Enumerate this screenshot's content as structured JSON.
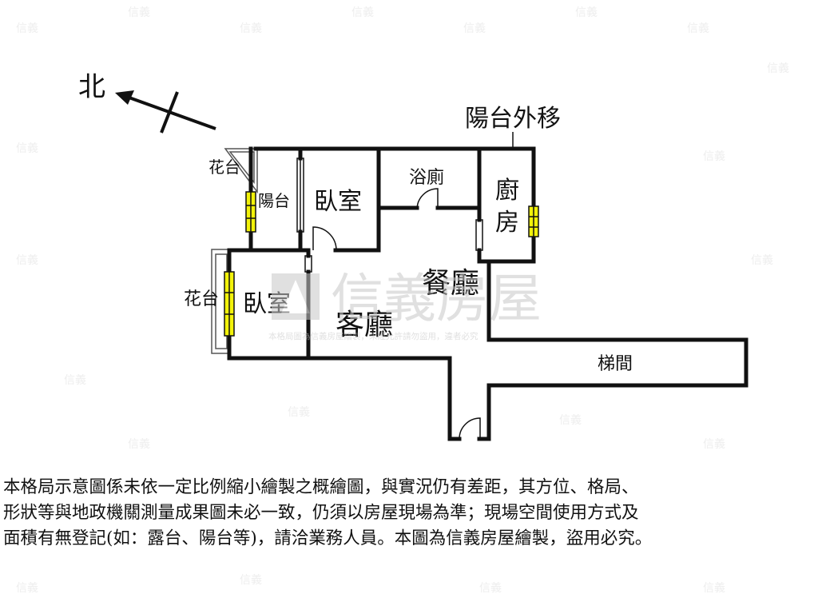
{
  "compass": {
    "north_label": "北"
  },
  "rooms": {
    "balcony_moved_label": "陽台外移",
    "planter_top": "花台",
    "balcony": "陽台",
    "bedroom_upper": "臥室",
    "bathroom": "浴廁",
    "kitchen_line1": "廚",
    "kitchen_line2": "房",
    "dining": "餐廳",
    "planter_left": "花台",
    "bedroom_lower": "臥室",
    "living": "客廳",
    "stairwell": "梯間"
  },
  "watermark": {
    "brand": "信義房屋",
    "notice": "本格局圖為信義房屋繪製，未經允許請勿盜用，違者必究"
  },
  "disclaimer": {
    "line1": "本格局示意圖係未依一定比例縮小繪製之概繪圖，與實況仍有差距，其方位、格局、",
    "line2": "形狀等與地政機關測量成果圖未必一致，仍須以房屋現場為準；現場空間使用方式及",
    "line3": "面積有無登記(如：露台、陽台等)，請洽業務人員。本圖為信義房屋繪製，盜用必究。"
  },
  "colors": {
    "wall": "#111111",
    "window_fill": "#f2f20a",
    "watermark": "#c8c8c8"
  }
}
